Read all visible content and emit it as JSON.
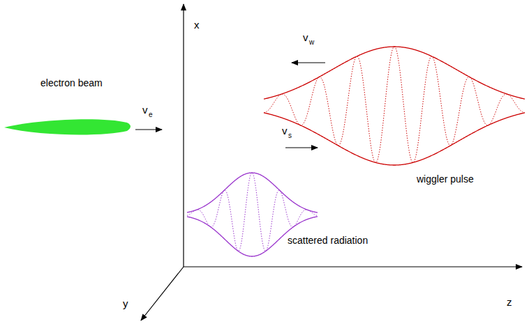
{
  "diagram": {
    "labels": [
      "x",
      "electron beam",
      "v",
      "e",
      "v",
      "w",
      "wiggler pulse",
      "v",
      "s",
      "scattered radiation",
      "y",
      "z"
    ]
  }
}
